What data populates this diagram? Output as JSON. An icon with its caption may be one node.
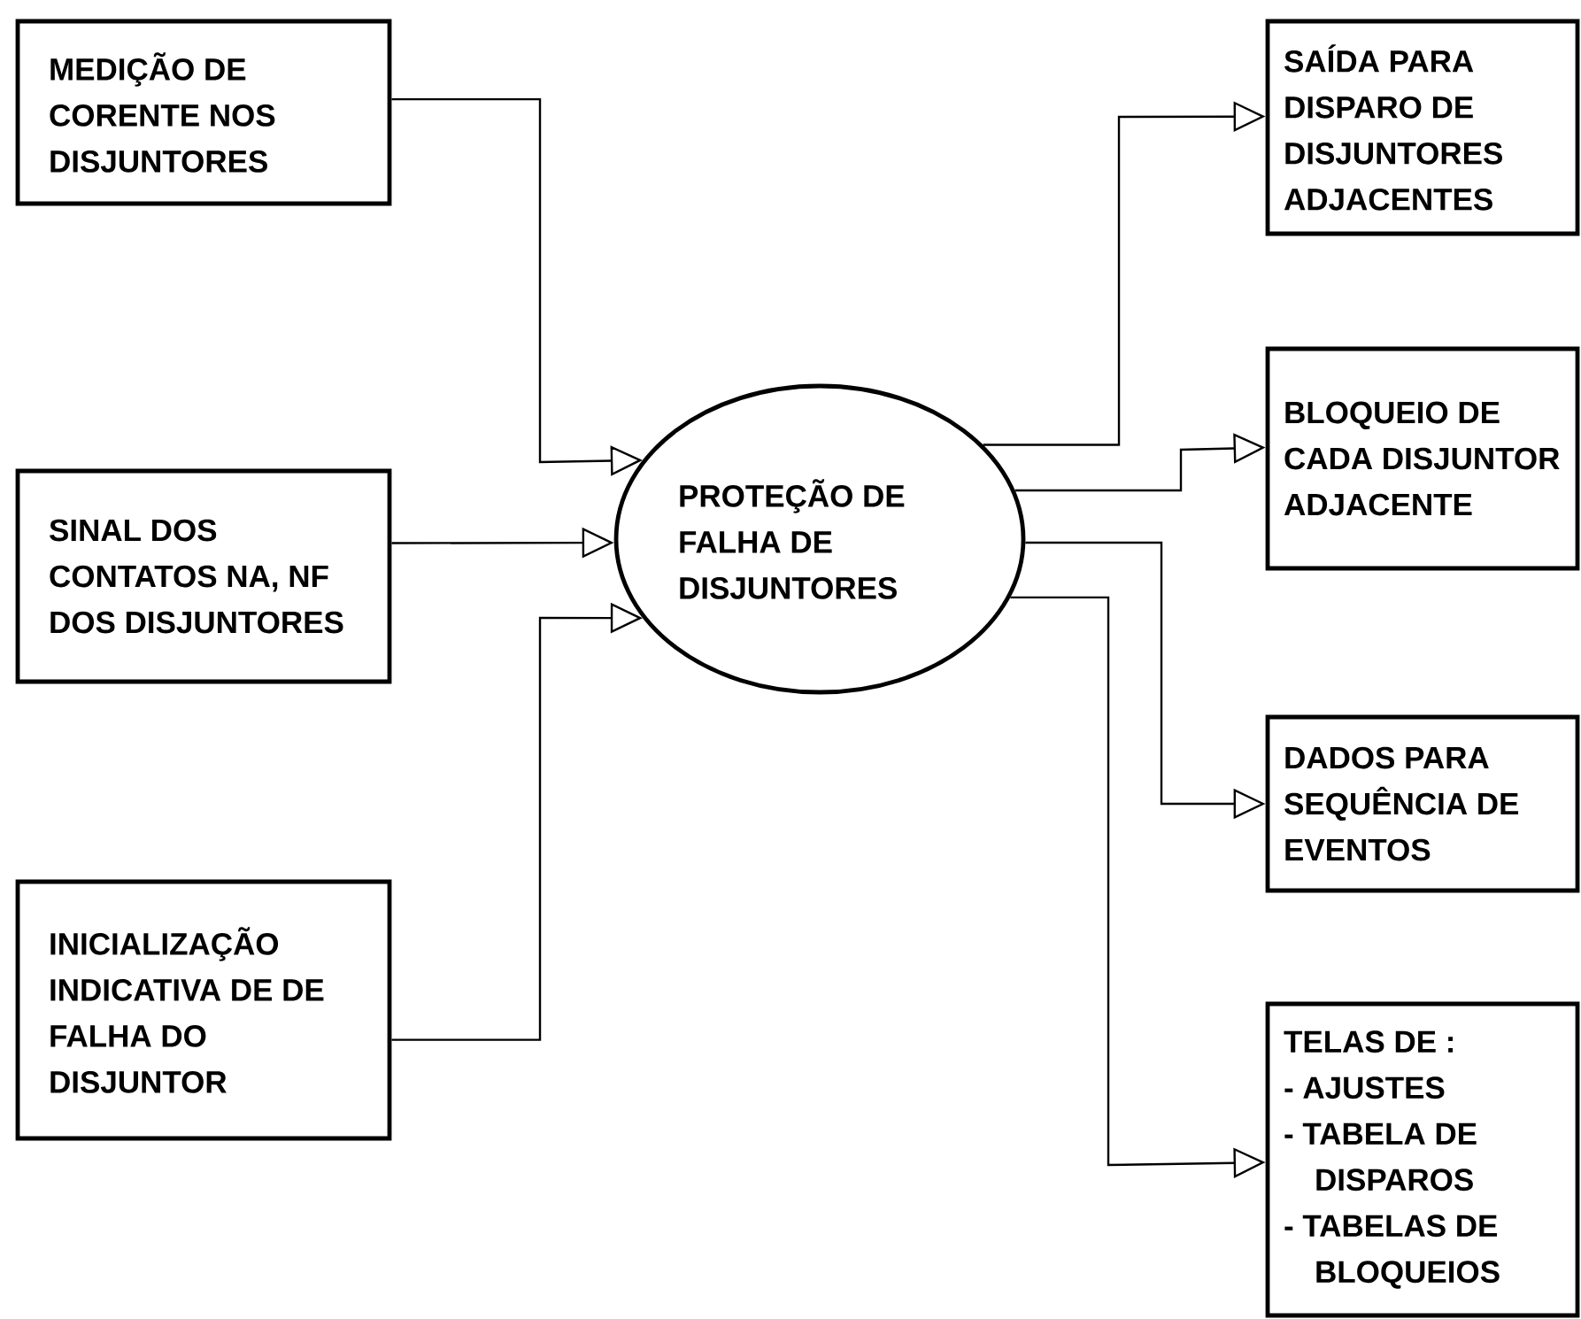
{
  "diagram": {
    "nodes": [
      {
        "text": [
          "MEDIÇÃO DE CORENTE NOS DISJUNTORES"
        ]
      },
      {
        "text": [
          "SINAL DOS CONTATOS NA, NF DOS DISJUNTORES"
        ]
      },
      {
        "text": [
          "INICIALIZAÇÃO INDICATIVA DE DE FALHA DO DISJUNTOR"
        ]
      },
      {
        "text": [
          "PROTEÇÃO DE FALHA DE DISJUNTORES"
        ]
      },
      {
        "text": [
          "SAÍDA PARA DISPARO DE DISJUNTORES ADJACENTES"
        ]
      },
      {
        "text": [
          "BLOQUEIO DE CADA DISJUNTOR ADJACENTE"
        ]
      },
      {
        "text": [
          "DADOS PARA SEQUÊNCIA DE EVENTOS"
        ]
      },
      {
        "text": [
          "TELAS DE :",
          "- AJUSTES",
          "- TABELA DE DISPAROS",
          "- TABELAS DE BLOQUEIOS"
        ]
      }
    ],
    "edges": [
      {
        "from": 0,
        "to": 3,
        "arrow": "to"
      },
      {
        "from": 1,
        "to": 3,
        "arrow": "to"
      },
      {
        "from": 2,
        "to": 3,
        "arrow": "to"
      },
      {
        "from": 3,
        "to": 4,
        "arrow": "to"
      },
      {
        "from": 3,
        "to": 5,
        "arrow": "to"
      },
      {
        "from": 3,
        "to": 6,
        "arrow": "to"
      },
      {
        "from": 3,
        "to": 7,
        "arrow": "to"
      }
    ]
  }
}
